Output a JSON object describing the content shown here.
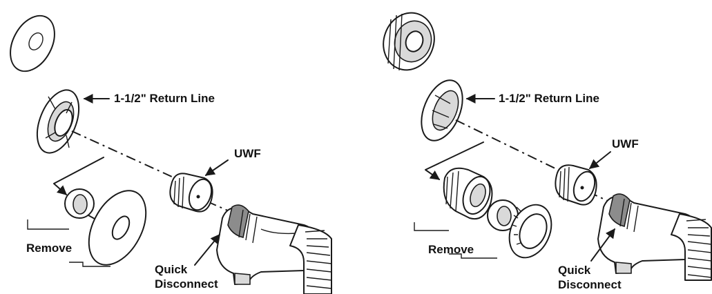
{
  "left_assembly": {
    "return_line_label": "1-1/2\" Return Line",
    "uwf_label": "UWF",
    "remove_label": "Remove",
    "quick_disconnect_line1": "Quick",
    "quick_disconnect_line2": "Disconnect"
  },
  "right_assembly": {
    "return_line_label": "1-1/2\" Return Line",
    "uwf_label": "UWF",
    "remove_label": "Remove",
    "quick_disconnect_line1": "Quick",
    "quick_disconnect_line2": "Disconnect"
  }
}
